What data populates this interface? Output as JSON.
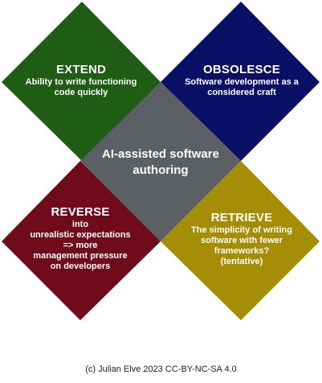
{
  "colors": {
    "extend": "#1f5c14",
    "obsolesce": "#0a1066",
    "reverse": "#700b1c",
    "retrieve": "#a58d05",
    "center": "#5b6064"
  },
  "extend": {
    "title": "EXTEND",
    "body": "Ability to write functioning\ncode quickly"
  },
  "obsolesce": {
    "title": "OBSOLESCE",
    "body": "Software development as a\nconsidered craft"
  },
  "reverse": {
    "title": "REVERSE",
    "body": "into\nunrealistic expectations\n=> more\nmanagement pressure\non developers"
  },
  "retrieve": {
    "title": "RETRIEVE",
    "body": "The simplicity of writing\nsoftware with fewer\nframeworks?\n(tentative)"
  },
  "center": {
    "label": "AI-assisted software\nauthoring"
  },
  "credit": "(c) Julian Elve 2023 CC-BY-NC-SA  4.0"
}
